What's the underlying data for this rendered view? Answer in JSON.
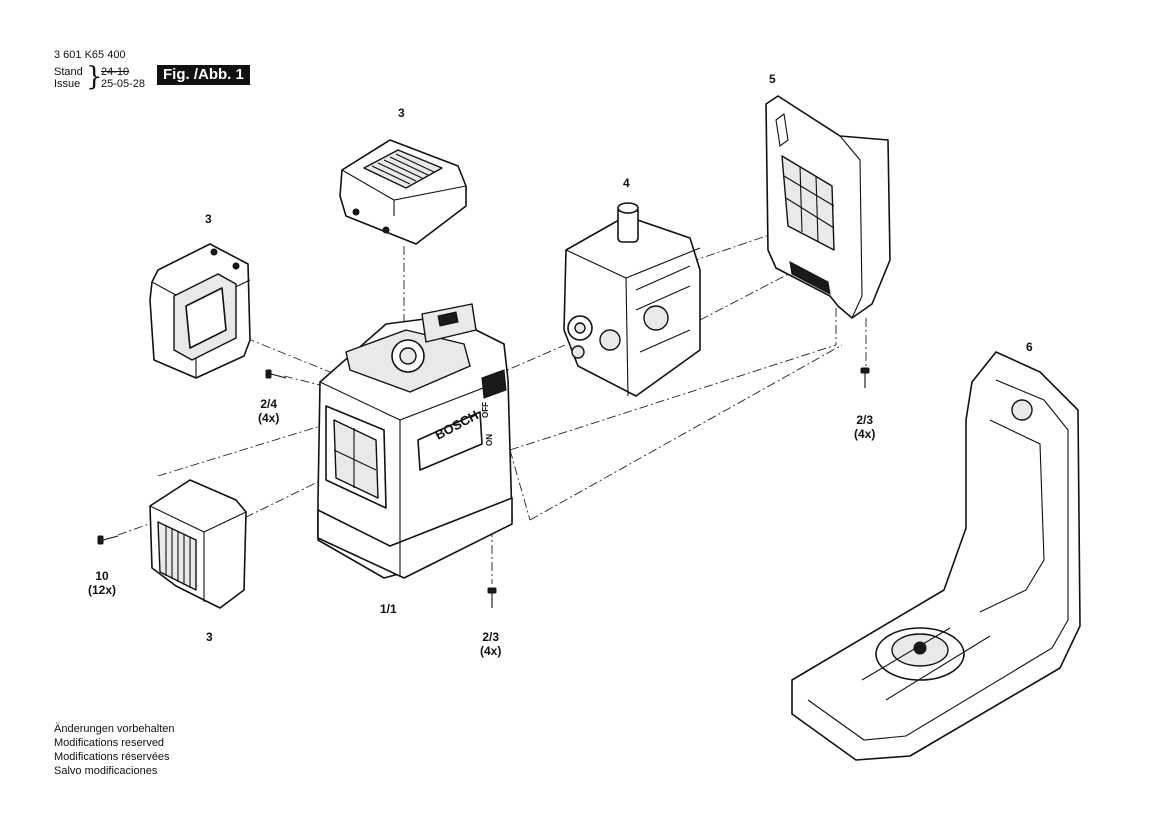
{
  "header": {
    "part_number": "3 601 K65 400",
    "stand_label": "Stand",
    "issue_label": "Issue",
    "stand_value": "24-10",
    "issue_value": "25-05-28",
    "figure_badge": "Fig. /Abb. 1"
  },
  "callouts": {
    "top_cover": {
      "number": "3"
    },
    "left_cover": {
      "number": "3"
    },
    "bottom_cover": {
      "number": "3"
    },
    "laser_module": {
      "number": "4"
    },
    "rear_cover": {
      "number": "5"
    },
    "bracket": {
      "number": "6"
    },
    "housing": {
      "number": "1/1"
    },
    "screw_center": {
      "number": "2/4",
      "qty": "(4x)"
    },
    "screw_right": {
      "number": "2/3",
      "qty": "(4x)"
    },
    "screw_bottom": {
      "number": "2/3",
      "qty": "(4x)"
    },
    "screw_left": {
      "number": "10",
      "qty": "(12x)"
    }
  },
  "housing_marks": {
    "brand": "BOSCH",
    "off_label": "OFF",
    "on_label": "ON"
  },
  "footer": {
    "de": "Änderungen vorbehalten",
    "en": "Modifications reserved",
    "fr": "Modifications réservées",
    "es": "Salvo modificaciones"
  }
}
